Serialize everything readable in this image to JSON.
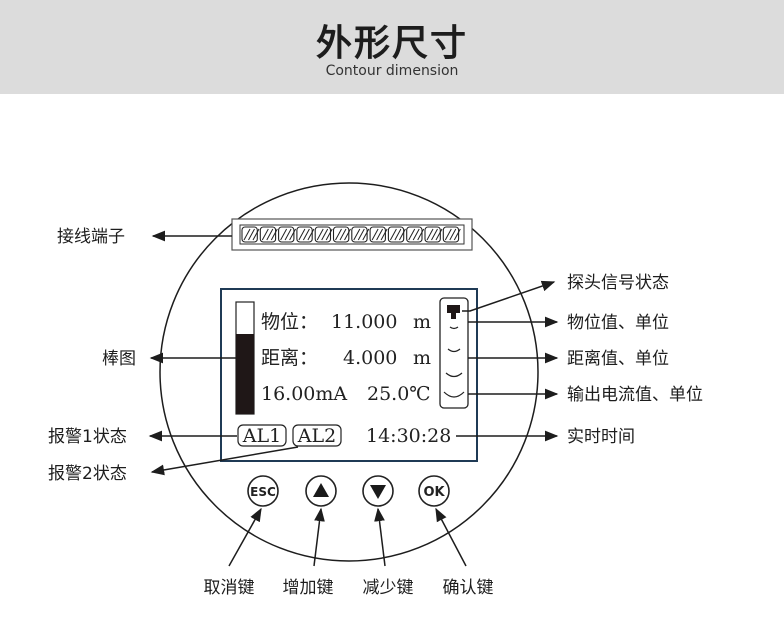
{
  "header": {
    "title": "外形尺寸",
    "subtitle": "Contour dimension"
  },
  "display": {
    "level_label": "物位：",
    "level_value": "11.000",
    "level_unit": "m",
    "distance_label": "距离：",
    "distance_value": "4.000",
    "distance_unit": "m",
    "current": "16.00mA",
    "temperature": "25.0℃",
    "alarm1": "AL1",
    "alarm2": "AL2",
    "time": "14:30:28"
  },
  "buttons": {
    "esc": "ESC",
    "ok": "OK"
  },
  "callouts": {
    "terminal": "接线端子",
    "bar_graph": "棒图",
    "alarm1_status": "报警1状态",
    "alarm2_status": "报警2状态",
    "probe_signal": "探头信号状态",
    "level_value_unit": "物位值、单位",
    "distance_value_unit": "距离值、单位",
    "current_value_unit": "输出电流值、单位",
    "realtime": "实时时间",
    "cancel_key": "取消键",
    "increase_key": "增加键",
    "decrease_key": "减少键",
    "confirm_key": "确认键"
  },
  "colors": {
    "header_bg": "#dcdcdc",
    "lcd_border": "#1f3a55",
    "line": "#1d1d1d"
  }
}
